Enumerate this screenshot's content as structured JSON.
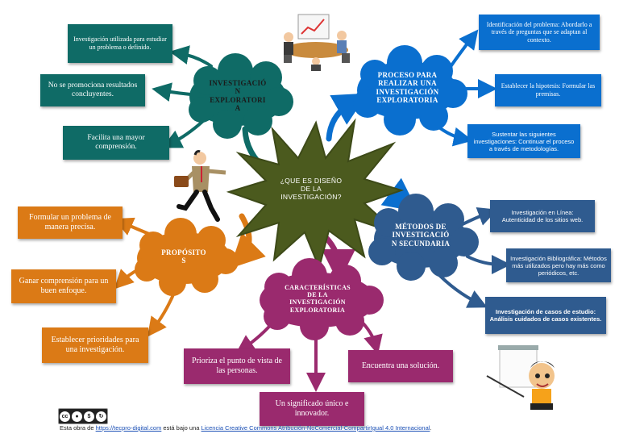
{
  "center": {
    "text": "¿QUE ES DISEÑO\nDE LA\nINVESTIGACIÓN?"
  },
  "exploratoria": {
    "title": "INVESTIGACIÓ\nN\nEXPLORATORI\nA",
    "items": [
      "Investigación utilizada para estudiar un problema o definido.",
      "No se promociona resultados concluyentes.",
      "Facilita una mayor comprensión."
    ]
  },
  "proceso": {
    "title": "PROCESO PARA\nREALIZAR UNA\nINVESTIGACIÓN\nEXPLORATORIA",
    "items": [
      "Identificación del problema: Abordarlo a través de preguntas que se adaptan al contexto.",
      "Establecer la hipotesis: Formular las premisas.",
      "Sustentar las siguientes investigaciones: Continuar el proceso a través de metodologías."
    ]
  },
  "metodos": {
    "title": "MÉTODOS DE\nINVESTIGACIÓ\nN SECUNDARIA",
    "items": [
      "Investigación en Línea: Autenticidad de los sitios web.",
      "Investigación Bibliográfica: Métodos más utilizados pero hay más como periódicos, etc.",
      "Investigación de casos de estudio: Análisis cuidados de casos existentes."
    ]
  },
  "proposito": {
    "title": "PROPÓSITO\nS",
    "items": [
      "Formular un problema de manera precisa.",
      "Ganar comprensión para un buen enfoque.",
      "Establecer prioridades para una investigación."
    ]
  },
  "caracteristicas": {
    "title": "CARACTERÍSTICAS\nDE LA\nINVESTIGACIÓN\nEXPLORATORIA",
    "items": [
      "Prioriza el punto de vista de las personas.",
      "Encuentra una solución.",
      "Un significado único e innovador."
    ]
  },
  "colors": {
    "teal": "#0f6b66",
    "blue": "#0a6fcf",
    "navy": "#2f5b8f",
    "orange": "#db7a16",
    "magenta": "#9a2a6e",
    "star": "#4b5a1e"
  },
  "footer": {
    "prefix": "Esta obra de ",
    "site": "https://tecpro-digital.com",
    "middle": " está bajo una ",
    "license": "Licencia Creative Commons Atribución-NoComercial-CompartirIgual 4.0 Internacional",
    "suffix": ".",
    "badge": "cc"
  },
  "icons": [
    "meeting-illustration",
    "running-businessman-illustration",
    "presenter-illustration",
    "creative-commons-badge"
  ]
}
